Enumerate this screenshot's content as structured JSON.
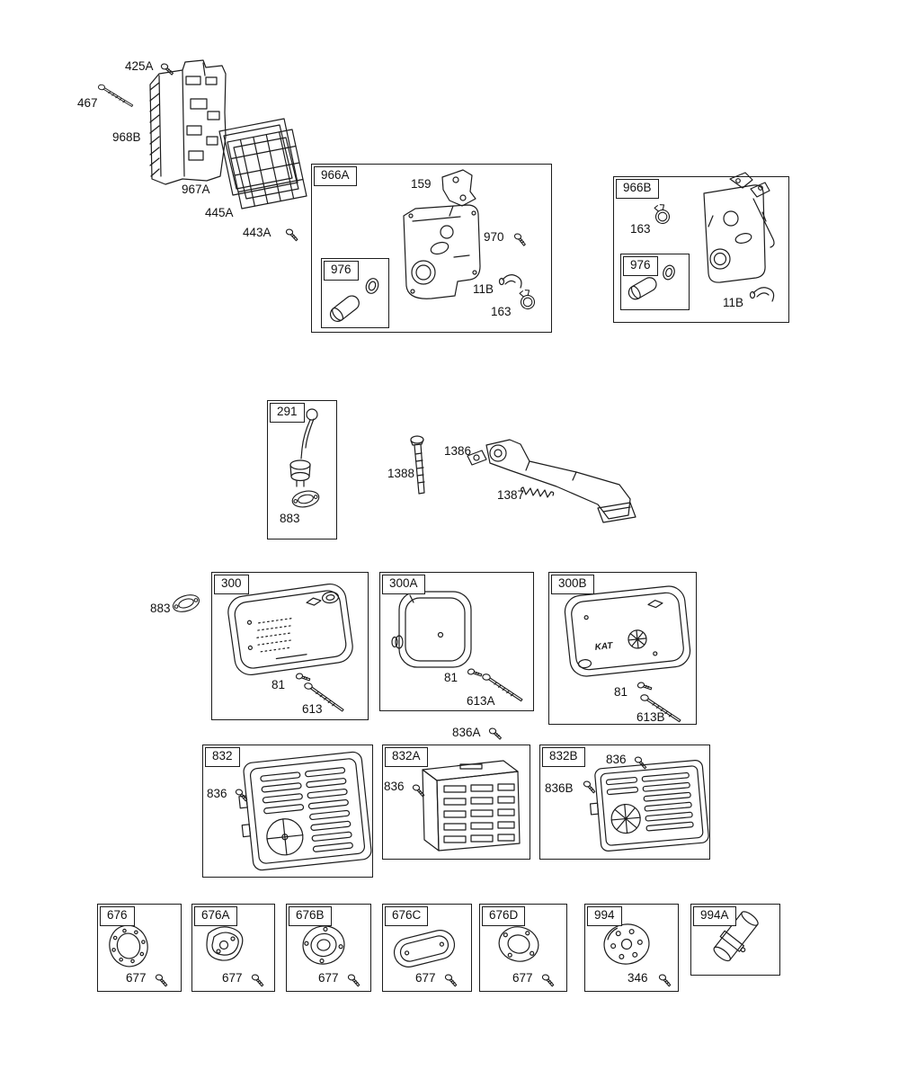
{
  "page": {
    "background": "#ffffff",
    "line_color": "#1c1c1c"
  },
  "loose_labels": {
    "425A": "425A",
    "467": "467",
    "968B": "968B",
    "967A": "967A",
    "445A": "445A",
    "443A": "443A",
    "1388": "1388",
    "1386": "1386",
    "1387": "1387",
    "883": "883",
    "836A": "836A"
  },
  "groups": {
    "966A": {
      "id": "966A",
      "labels": {
        "159": "159",
        "970": "970",
        "11B": "11B",
        "163": "163"
      }
    },
    "976A": {
      "id": "976"
    },
    "966B": {
      "id": "966B",
      "labels": {
        "163": "163",
        "11B": "11B"
      }
    },
    "976B": {
      "id": "976"
    },
    "291": {
      "id": "291",
      "labels": {
        "883": "883"
      }
    },
    "300": {
      "id": "300",
      "labels": {
        "81": "81",
        "613": "613"
      }
    },
    "300A": {
      "id": "300A",
      "labels": {
        "81": "81",
        "613A": "613A"
      }
    },
    "300B": {
      "id": "300B",
      "labels": {
        "81": "81",
        "613B": "613B"
      },
      "marking": "KAT"
    },
    "832": {
      "id": "832",
      "labels": {
        "836": "836"
      }
    },
    "832A": {
      "id": "832A",
      "labels": {
        "836": "836"
      }
    },
    "832B": {
      "id": "832B",
      "labels": {
        "836": "836",
        "836B": "836B"
      }
    },
    "676": {
      "id": "676",
      "labels": {
        "677": "677"
      }
    },
    "676A": {
      "id": "676A",
      "labels": {
        "677": "677"
      }
    },
    "676B": {
      "id": "676B",
      "labels": {
        "677": "677"
      }
    },
    "676C": {
      "id": "676C",
      "labels": {
        "677": "677"
      }
    },
    "676D": {
      "id": "676D",
      "labels": {
        "677": "677"
      }
    },
    "994": {
      "id": "994",
      "labels": {
        "346": "346"
      }
    },
    "994A": {
      "id": "994A"
    }
  }
}
